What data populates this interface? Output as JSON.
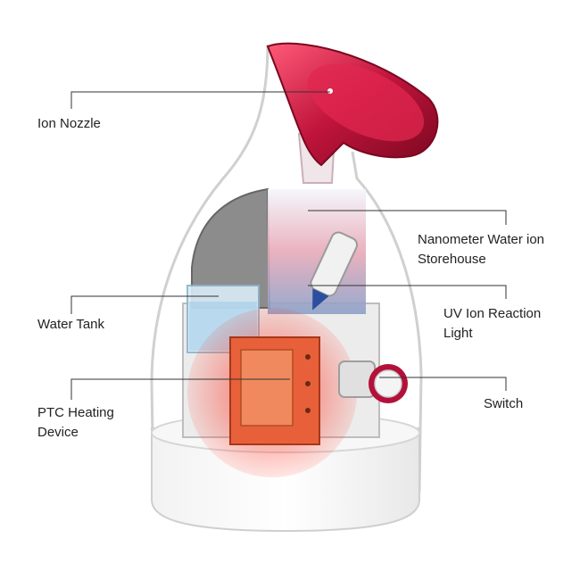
{
  "labels": {
    "ion_nozzle": "Ion Nozzle",
    "nanometer_line1": "Nanometer Water ion",
    "nanometer_line2": "Storehouse",
    "water_tank": "Water Tank",
    "uv_line1": "UV Ion Reaction",
    "uv_line2": "Light",
    "ptc_line1": "PTC Heating",
    "ptc_line2": "Device",
    "switch": "Switch"
  },
  "colors": {
    "nozzle": "#c0143c",
    "heater": "#e8603a",
    "body": "#eeeeee",
    "leader_line": "#333333"
  }
}
